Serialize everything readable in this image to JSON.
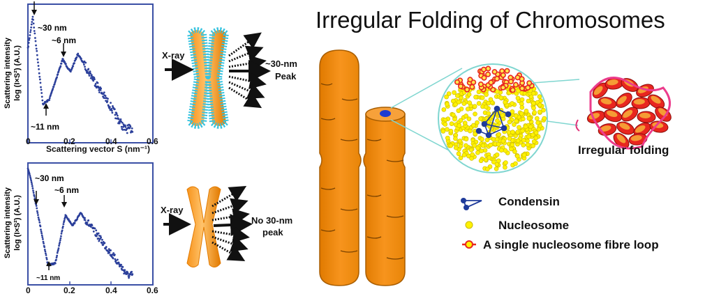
{
  "title": "Irregular Folding of Chromosomes",
  "colors": {
    "plot_frame": "#3a4fa5",
    "plot_points": "#2b3f9a",
    "chromosome": "#f7941d",
    "chromosome_edge": "#a85d00",
    "nucleosome": "#fff200",
    "fibre": "#e8261f",
    "condensin": "#1f3b9b",
    "cyan_coat": "#35c3e0",
    "zoom_circle": "#7fd6d0"
  },
  "plots": [
    {
      "ylabel_line1": "Scattering intensity",
      "ylabel_line2": "log (I×S²) (A.U.)",
      "xlabel": "Scattering vector S (nm⁻¹)",
      "xticks": [
        "0",
        "0.2",
        "0.4",
        "0.6"
      ],
      "ann_30": "~30 nm",
      "ann_6": "~6 nm",
      "ann_11": "~11 nm"
    },
    {
      "ylabel_line1": "Scattering intensity",
      "ylabel_line2": "log (I×S²) (A.U.)",
      "xticks": [
        "0",
        "0.2",
        "0.4",
        "0.6"
      ],
      "ann_30": "~30 nm",
      "ann_6": "~6 nm",
      "ann_11": "~11 nm"
    }
  ],
  "scatter_top": {
    "xray": "X-ray",
    "peak_line1": "~30-nm",
    "peak_line2": "Peak"
  },
  "scatter_bottom": {
    "xray": "X-ray",
    "peak_line1": "No 30-nm",
    "peak_line2": "peak"
  },
  "legend": {
    "condensin": "Condensin",
    "nucleosome": "Nucleosome",
    "fibre": "A single nucleosome fibre loop"
  },
  "irregular_folding": "Irregular folding"
}
